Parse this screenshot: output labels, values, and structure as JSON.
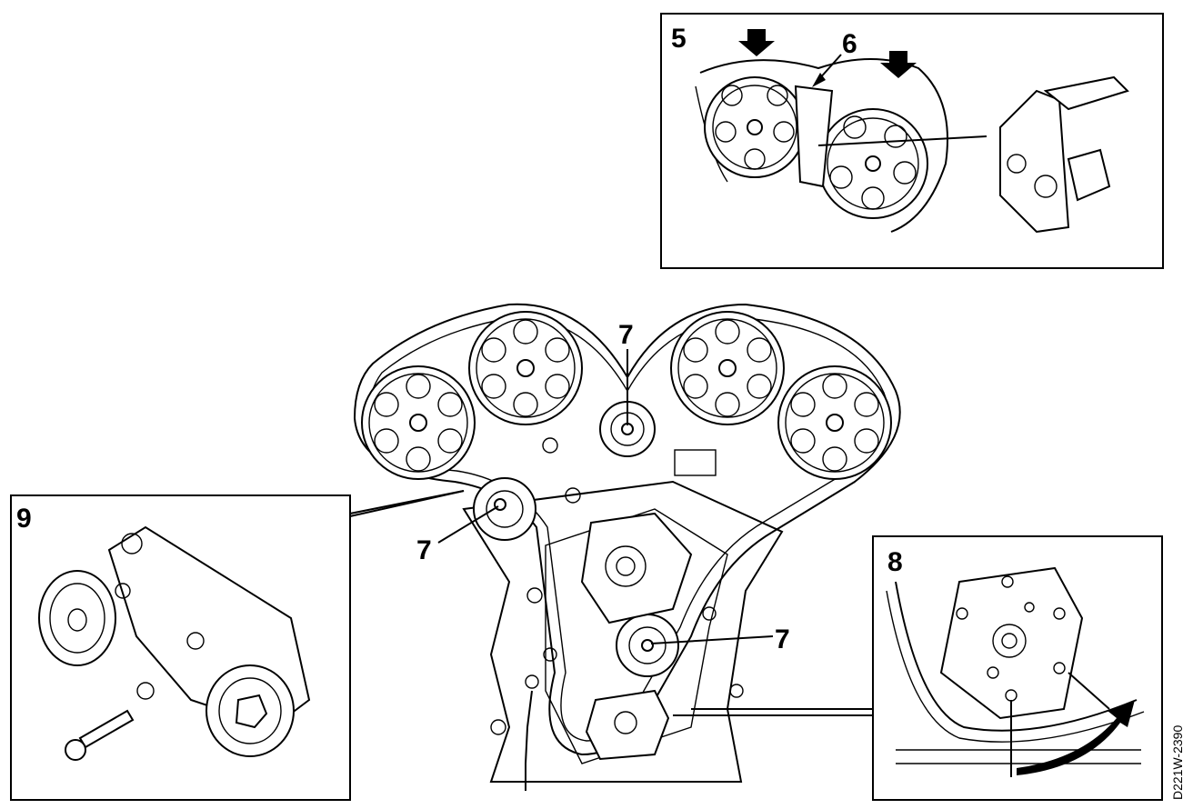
{
  "callouts": {
    "inset_top": "5",
    "inset_top_arrow": "6",
    "pulley_top": "7",
    "pulley_left": "7",
    "pulley_right": "7",
    "inset_right": "8",
    "inset_left": "9"
  },
  "figure_code": "D221W-2390"
}
